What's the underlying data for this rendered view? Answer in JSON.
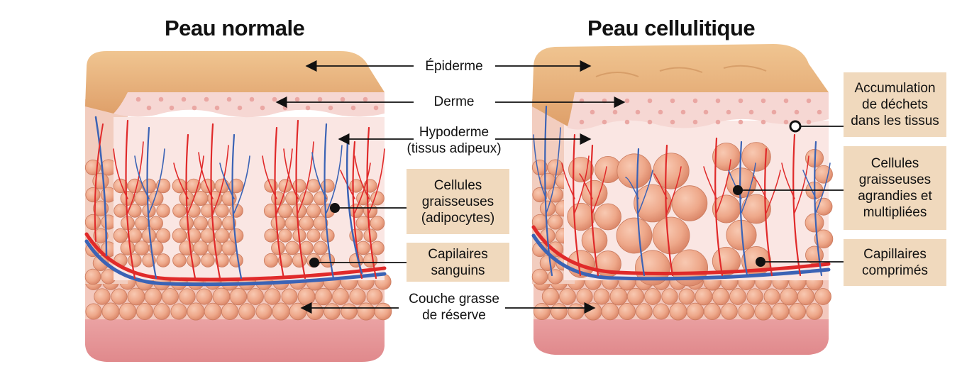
{
  "titles": {
    "left": "Peau normale",
    "right": "Peau cellulitique"
  },
  "center_labels": {
    "epiderme": "Épiderme",
    "derme": "Derme",
    "hypoderme": [
      "Hypoderme",
      "(tissus adipeux)"
    ],
    "couche": [
      "Couche grasse",
      "de réserve"
    ]
  },
  "left_boxes": {
    "cellules": [
      "Cellules",
      "graisseuses",
      "(adipocytes)"
    ],
    "capilaires": [
      "Capilaires",
      "sanguins"
    ]
  },
  "right_boxes": {
    "accumulation": [
      "Accumulation",
      "de déchets",
      "dans les tissus"
    ],
    "cellules": [
      "Cellules",
      "graisseuses",
      "agrandies et",
      "multipliées"
    ],
    "capillaires": [
      "Capillaires",
      "comprimés"
    ]
  },
  "colors": {
    "epidermis": "#e8b27c",
    "dermis": "#f6dcd8",
    "hypodermis": "#fae6e3",
    "base": "#eba3a5",
    "fat_cell": "#eea88a",
    "artery": "#e02a2a",
    "vein": "#3b63b5",
    "label_box": "#f0d9bd"
  },
  "icons": {
    "arrow": "arrow-icon",
    "pointer_dot": "dot-icon",
    "pointer_ring": "ring-icon"
  }
}
